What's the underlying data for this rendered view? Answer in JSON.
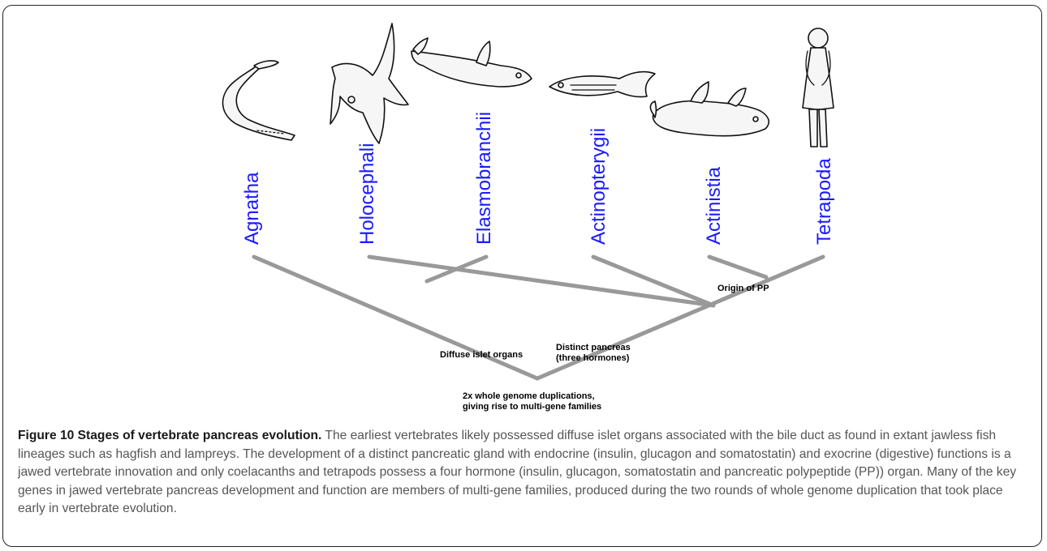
{
  "figure": {
    "taxa": [
      "Agnatha",
      "Holocephali",
      "Elasmobranchii",
      "Actinopterygii",
      "Actinistia",
      "Tetrapoda"
    ],
    "annotations": {
      "diffuse_islets": "Diffuse islet organs",
      "distinct_pancreas_line1": "Distinct pancreas",
      "distinct_pancreas_line2": "(three hormones)",
      "origin_pp": "Origin of PP",
      "duplication_line1": "2x whole genome duplications,",
      "duplication_line2": "giving rise to multi-gene families"
    },
    "colors": {
      "taxon_label": "#1a1aff",
      "branch": "#999999",
      "caption_text": "#555555"
    },
    "illustrations": [
      "lamprey-icon",
      "chimaera-icon",
      "shark-icon",
      "zebrafish-icon",
      "coelacanth-icon",
      "human-icon"
    ]
  },
  "caption": {
    "title": "Figure 10 Stages of vertebrate pancreas evolution.",
    "body": " The earliest vertebrates likely possessed diffuse islet organs associated with the bile duct as found in extant jawless fish lineages such as hagfish and lampreys. The development of a distinct pancreatic gland with endocrine (insulin, glucagon and somatostatin) and exocrine (digestive) functions is a jawed vertebrate innovation and only coelacanths and tetrapods possess a four hormone (insulin, glucagon, somatostatin and pancreatic polypeptide (PP)) organ. Many of the key genes in jawed vertebrate pancreas development and function are members of multi-gene families, produced during the two rounds of whole genome duplication that took place early in vertebrate evolution."
  }
}
